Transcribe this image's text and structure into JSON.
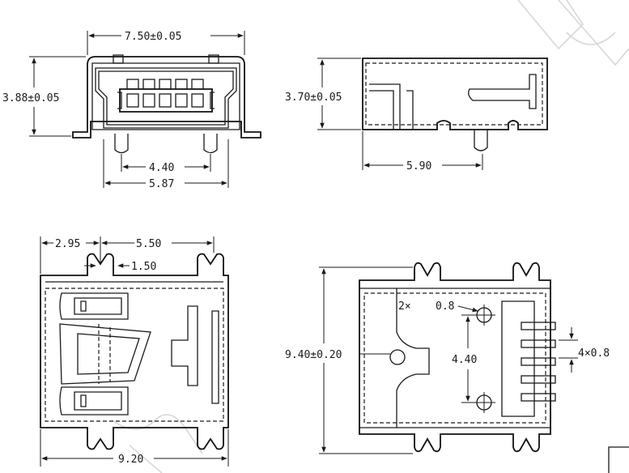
{
  "views": {
    "front": {
      "width_label": "7.50±0.05",
      "height_label": "3.88±0.05",
      "pin_span_label": "4.40",
      "foot_span_label": "5.87"
    },
    "side": {
      "height_label": "3.70±0.05",
      "length_label": "5.90"
    },
    "bottom": {
      "left_offset_label": "2.95",
      "post_span_label": "5.50",
      "slot_label": "1.50",
      "total_label": "9.20"
    },
    "top_layout": {
      "length_label": "9.40±0.20",
      "hole_count_label": "2×",
      "hole_dia_label": "0.8",
      "hole_span_label": "4.40",
      "pitch_label": "4×0.8"
    }
  }
}
